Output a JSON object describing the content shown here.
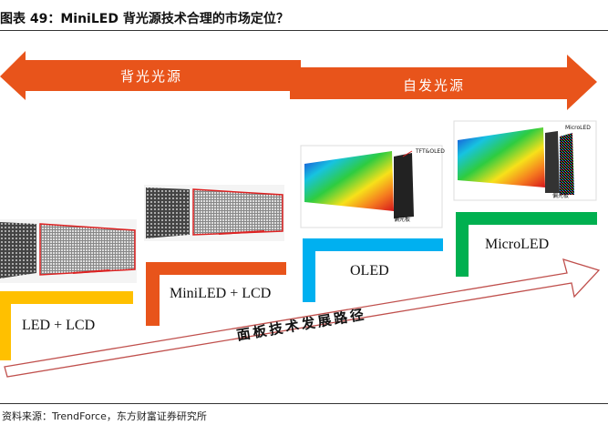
{
  "figure": {
    "title": "图表 49：MiniLED 背光源技术合理的市场定位？",
    "source": "资料来源：TrendForce，东方财富证券研究所"
  },
  "arrows": {
    "backlight": "背光光源",
    "self_emissive": "自发光源",
    "panel_path": "面板技术发展路径"
  },
  "stages": [
    {
      "label": "LED + LCD",
      "color": "#FFC000"
    },
    {
      "label": "MiniLED + LCD",
      "color": "#E8541B"
    },
    {
      "label": "OLED",
      "color": "#00B0F0"
    },
    {
      "label": "MicroLED",
      "color": "#00B050"
    }
  ],
  "panel_labels": {
    "oled_top": "TFT&OLED",
    "oled_bottom": "偏光板",
    "micro_top": "MicroLED",
    "micro_bottom": "偏光板"
  },
  "colors": {
    "arrow_orange": "#E8541B",
    "path_outline": "#C0504D"
  }
}
